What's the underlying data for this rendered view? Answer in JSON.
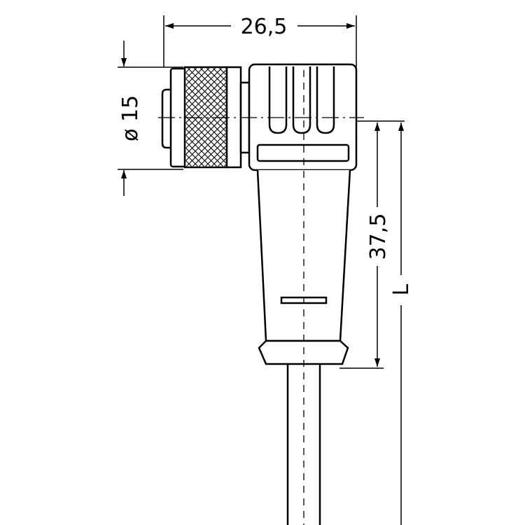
{
  "drawing": {
    "dimensions": {
      "overall_width": "26,5",
      "diameter": "ø 15",
      "height": "37,5",
      "cable_length": "L"
    },
    "colors": {
      "line": "#000000",
      "background": "#ffffff"
    }
  }
}
